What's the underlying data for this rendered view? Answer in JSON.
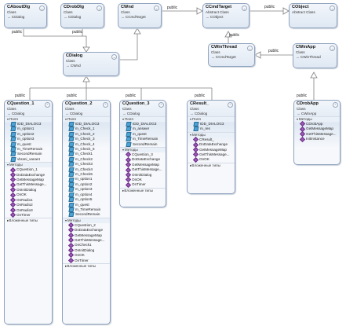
{
  "classes": {
    "aboutdlg": {
      "name": "CAboutDlg",
      "kind": "Class",
      "base": "→ CDialog"
    },
    "drobdlg": {
      "name": "CDrobDlg",
      "kind": "Class",
      "base": "→ CDialog"
    },
    "cwnd": {
      "name": "CWnd",
      "kind": "Class",
      "base": "→ CCmdTarget"
    },
    "cmdtarget": {
      "name": "CCmdTarget",
      "kind": "Abstract Class",
      "base": "→ CObject"
    },
    "cobject": {
      "name": "CObject",
      "kind": "Abstract Class",
      "base": ""
    },
    "cwinthread": {
      "name": "CWinThread",
      "kind": "Class",
      "base": "→ CCmdTarget"
    },
    "cwinapp": {
      "name": "CWinApp",
      "kind": "Class",
      "base": "→ CWinThread"
    },
    "cdialog": {
      "name": "CDialog",
      "kind": "Class",
      "base": "→ CWnd"
    },
    "q1": {
      "name": "CQuestion_1",
      "kind": "Class",
      "base": "→ CDialog",
      "fields_label": "Поля",
      "fields": [
        "IDD_DIALOG3",
        "m_option1",
        "m_option2",
        "m_option3",
        "m_quest",
        "m_TimeRemain",
        "SecondRemain",
        "vbrani_vanant"
      ],
      "methods_label": "Методы",
      "methods": [
        "CQuestion_1",
        "DoDataExchange",
        "GetMessageMap",
        "GetThisMessage...",
        "OnInitDialog",
        "OnOK",
        "OnRadio1",
        "OnRadio2",
        "OnRadio3",
        "OnTimer"
      ],
      "nested_label": "Вложенные типы"
    },
    "q2": {
      "name": "CQuestion_2",
      "kind": "Class",
      "base": "→ CDialog",
      "fields_label": "Поля",
      "fields": [
        "IDD_DIALOG3",
        "m_Check_1",
        "m_Check_2",
        "m_Check_3",
        "m_Check_4",
        "m_Check_5",
        "m_Check1",
        "m_Check2",
        "m_Check3",
        "m_Check4",
        "m_Check5",
        "m_option1",
        "m_option2",
        "m_option3",
        "m_option4",
        "m_option5",
        "m_quest",
        "m_TimeRemain",
        "SecondRemain"
      ],
      "methods_label": "Методы",
      "methods": [
        "CQuestion_2",
        "DoDataExchange",
        "GetMessageMap",
        "GetThisMessage...",
        "OnCheck1",
        "OnInitDialog",
        "OnOK",
        "OnTimer"
      ],
      "nested_label": "Вложенные типы"
    },
    "q3": {
      "name": "CQuestion_3",
      "kind": "Class",
      "base": "→ CDialog",
      "fields_label": "Поля",
      "fields": [
        "IDD_DIALOG3",
        "m_answer",
        "m_quest",
        "m_TimeRemain",
        "SecondRemain"
      ],
      "methods_label": "Методы",
      "methods": [
        "CQuestion_3",
        "DoDataExchange",
        "GetMessageMap",
        "GetThisMessage...",
        "OnInitDialog",
        "OnOK",
        "OnTimer"
      ],
      "nested_label": "Вложенные типы"
    },
    "result": {
      "name": "CResult_",
      "kind": "Class",
      "base": "→ CDialog",
      "fields_label": "Поля",
      "fields": [
        "IDD_DIALOG3",
        "m_res"
      ],
      "methods_label": "Методы",
      "methods": [
        "CResult_",
        "DoDataExchange",
        "GetMessageMap",
        "GetThisMessage...",
        "OnOK"
      ],
      "nested_label": "Вложенные типы"
    },
    "drobapp": {
      "name": "CDrobApp",
      "kind": "Class",
      "base": "→ CWinApp",
      "methods_label": "Методы",
      "methods": [
        "CDrobApp",
        "GetMessageMap",
        "GetThisMessage...",
        "InitInstance"
      ]
    }
  },
  "labels": {
    "public_about": "public",
    "public_drob": "public",
    "public_cwnd": "public",
    "public_cmdtarget": "public",
    "public_winthread": "public",
    "public_winapp": "public",
    "public_q1": "public",
    "public_q2": "public",
    "public_q3": "public",
    "public_result": "public",
    "public_drobapp": "public"
  }
}
